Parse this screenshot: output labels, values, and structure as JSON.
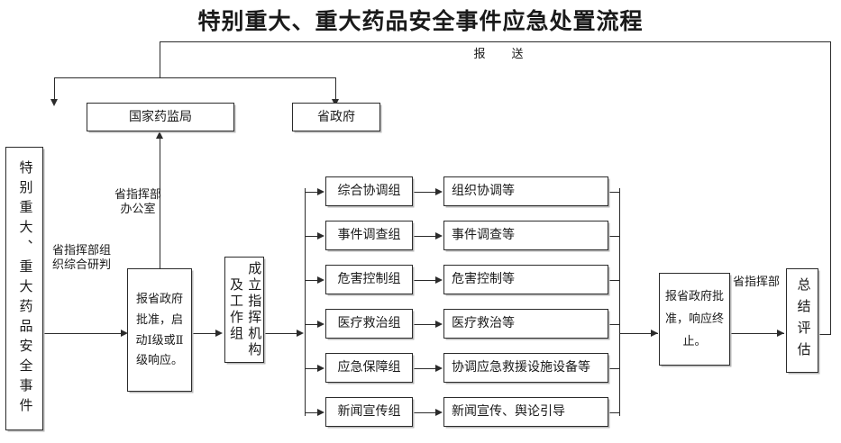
{
  "title": "特别重大、重大药品安全事件应急处置流程",
  "labels": {
    "report_send": "报　送",
    "provincial_hq_office": "省指挥部\n办公室",
    "provincial_hq_research": "省指挥部组\n织综合研判",
    "provincial_hq": "省指挥部"
  },
  "nodes": {
    "incident": "特别重大、重大药品安全事件",
    "nmpa": "国家药监局",
    "provincial_government": "省政府",
    "report_approve_start": "报省政府批准，启动Ⅰ级或Ⅱ级响应。",
    "establish_command": "成立指挥机构及工作组",
    "report_approve_end": "报省政府批准，响应终止。",
    "summary_eval": "总结评估"
  },
  "groups": [
    {
      "name": "综合协调组",
      "task": "组织协调等"
    },
    {
      "name": "事件调查组",
      "task": "事件调查等"
    },
    {
      "name": "危害控制组",
      "task": "危害控制等"
    },
    {
      "name": "医疗救治组",
      "task": "医疗救治等"
    },
    {
      "name": "应急保障组",
      "task": "协调应急救援设施设备等"
    },
    {
      "name": "新闻宣传组",
      "task": "新闻宣传、舆论引导"
    }
  ],
  "colors": {
    "line": "#2b2b2b",
    "shadow": "#b9b9b9",
    "background": "#ffffff",
    "text": "#1a1a1a"
  }
}
